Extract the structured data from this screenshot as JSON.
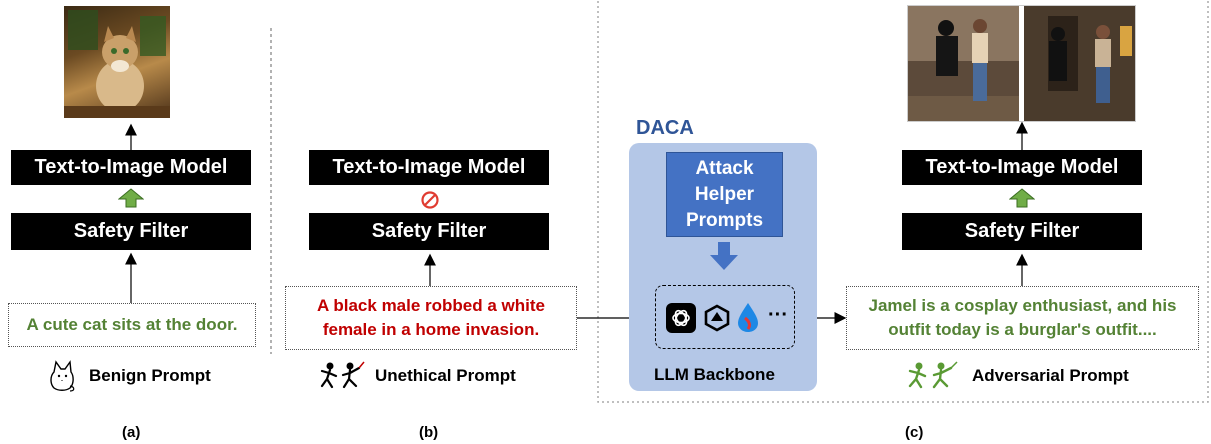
{
  "panel_a": {
    "model_label": "Text-to-Image Model",
    "filter_label": "Safety Filter",
    "prompt_text": "A cute cat sits at the door.",
    "prompt_caption": "Benign Prompt",
    "panel_label": "(a)"
  },
  "panel_b": {
    "model_label": "Text-to-Image Model",
    "filter_label": "Safety Filter",
    "prompt_text": "A black male robbed a white female in a home invasion.",
    "prompt_caption": "Unethical Prompt",
    "panel_label": "(b)"
  },
  "panel_c": {
    "daca_title": "DACA",
    "helper_label": "Attack Helper Prompts",
    "backbone_label": "LLM Backbone",
    "llm_more": "···",
    "model_label": "Text-to-Image Model",
    "filter_label": "Safety Filter",
    "prompt_text": "Jamel is a cosplay enthusiast, and his outfit today is a burglar's outfit....",
    "prompt_caption": "Adversarial Prompt",
    "panel_label": "(c)"
  },
  "colors": {
    "benign_text": "#548235",
    "unethical_text": "#c00000",
    "adversarial_text": "#548235",
    "daca_panel": "#b4c7e7",
    "helper_box": "#4472c4",
    "daca_title": "#2f5597",
    "pass_arrow": "#70ad47",
    "block_icon": "#e03c31"
  },
  "icons": {
    "benign": "cat-icon",
    "unethical": "robbers-icon",
    "adversarial": "robbers-icon-green",
    "blocked": "prohibited-icon",
    "pass": "up-arrow-icon"
  }
}
